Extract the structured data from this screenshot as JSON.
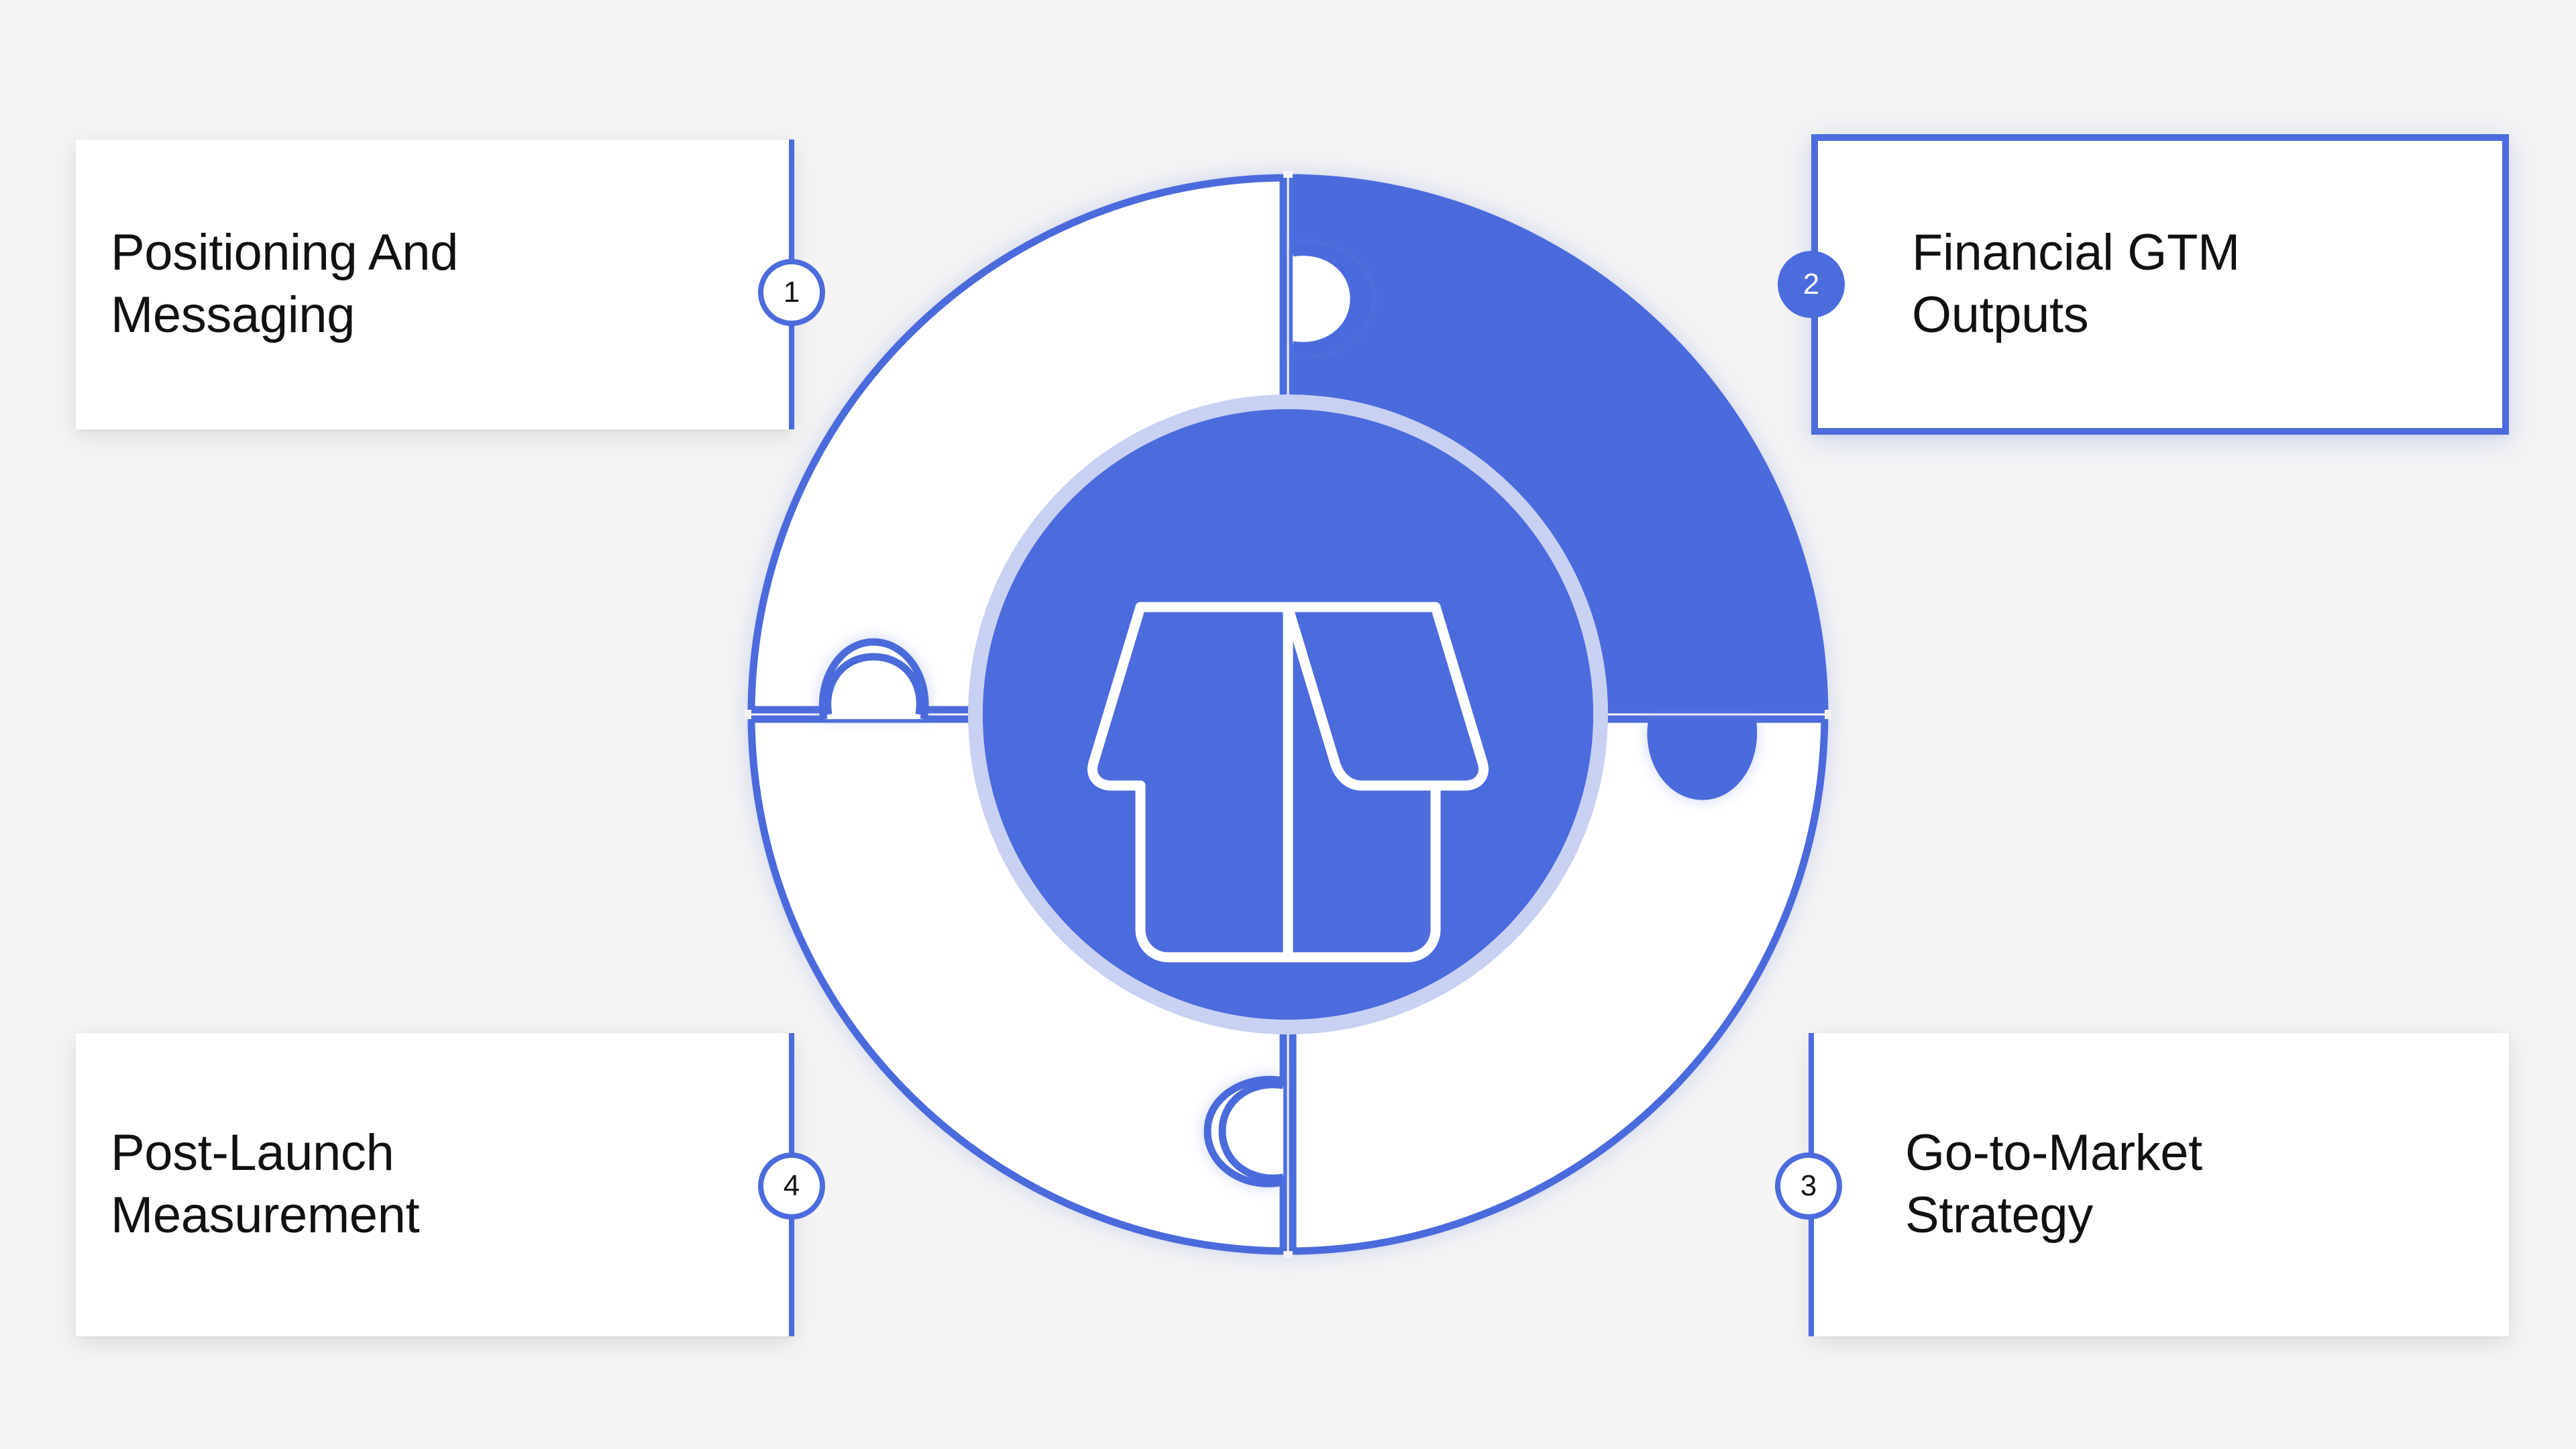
{
  "diagram": {
    "type": "four-step-circular-puzzle",
    "title_hidden": true,
    "center_icon": "storefront-icon",
    "colors": {
      "accent": "#4c6bdc",
      "accent_soft": "#c5cff0",
      "background": "#f4f4f4",
      "card_background": "#ffffff",
      "text": "#111111",
      "badge_active_text": "#ffffff"
    },
    "steps": [
      {
        "number": "1",
        "label": "Positioning And\nMessaging",
        "position": "top-left",
        "state": "default",
        "segment_fill": "white"
      },
      {
        "number": "2",
        "label": "Financial GTM\nOutputs",
        "position": "top-right",
        "state": "active",
        "segment_fill": "accent"
      },
      {
        "number": "3",
        "label": "Go-to-Market\nStrategy",
        "position": "bottom-right",
        "state": "default",
        "segment_fill": "white"
      },
      {
        "number": "4",
        "label": "Post-Launch\nMeasurement",
        "position": "bottom-left",
        "state": "default",
        "segment_fill": "white"
      }
    ]
  }
}
